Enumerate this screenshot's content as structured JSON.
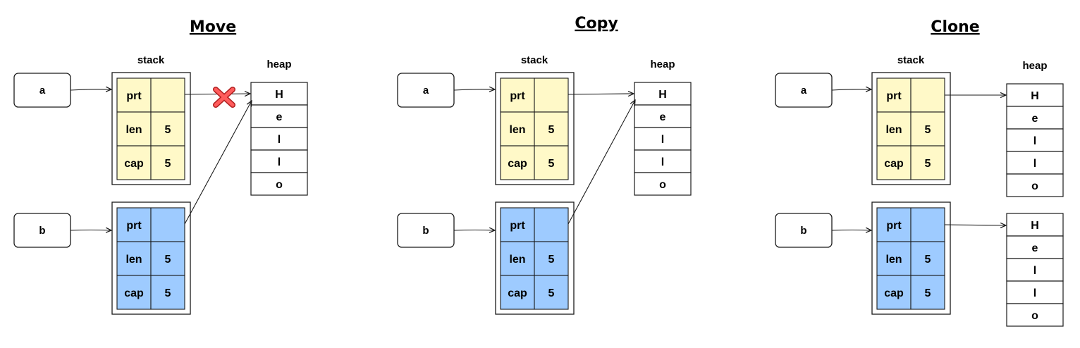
{
  "colors": {
    "stack_a_fill": "#fff9c8",
    "stack_b_fill": "#9ecbff",
    "stroke": "#1a1a1a",
    "cross": "#e23b3b"
  },
  "panels": [
    {
      "title": "Move",
      "stack_label": "stack",
      "heap_label": "heap",
      "var_a": "a",
      "var_b": "b",
      "stack_a": [
        [
          "prt",
          ""
        ],
        [
          "len",
          "5"
        ],
        [
          "cap",
          "5"
        ]
      ],
      "stack_b": [
        [
          "prt",
          ""
        ],
        [
          "len",
          "5"
        ],
        [
          "cap",
          "5"
        ]
      ],
      "heap": [
        "H",
        "e",
        "l",
        "l",
        "o"
      ],
      "note_icon": "cross-icon"
    },
    {
      "title": "Copy",
      "stack_label": "stack",
      "heap_label": "heap",
      "var_a": "a",
      "var_b": "b",
      "stack_a": [
        [
          "prt",
          ""
        ],
        [
          "len",
          "5"
        ],
        [
          "cap",
          "5"
        ]
      ],
      "stack_b": [
        [
          "prt",
          ""
        ],
        [
          "len",
          "5"
        ],
        [
          "cap",
          "5"
        ]
      ],
      "heap": [
        "H",
        "e",
        "l",
        "l",
        "o"
      ]
    },
    {
      "title": "Clone",
      "stack_label": "stack",
      "heap_label": "heap",
      "var_a": "a",
      "var_b": "b",
      "stack_a": [
        [
          "prt",
          ""
        ],
        [
          "len",
          "5"
        ],
        [
          "cap",
          "5"
        ]
      ],
      "stack_b": [
        [
          "prt",
          ""
        ],
        [
          "len",
          "5"
        ],
        [
          "cap",
          "5"
        ]
      ],
      "heap_a": [
        "H",
        "e",
        "l",
        "l",
        "o"
      ],
      "heap_b": [
        "H",
        "e",
        "l",
        "l",
        "o"
      ]
    }
  ]
}
